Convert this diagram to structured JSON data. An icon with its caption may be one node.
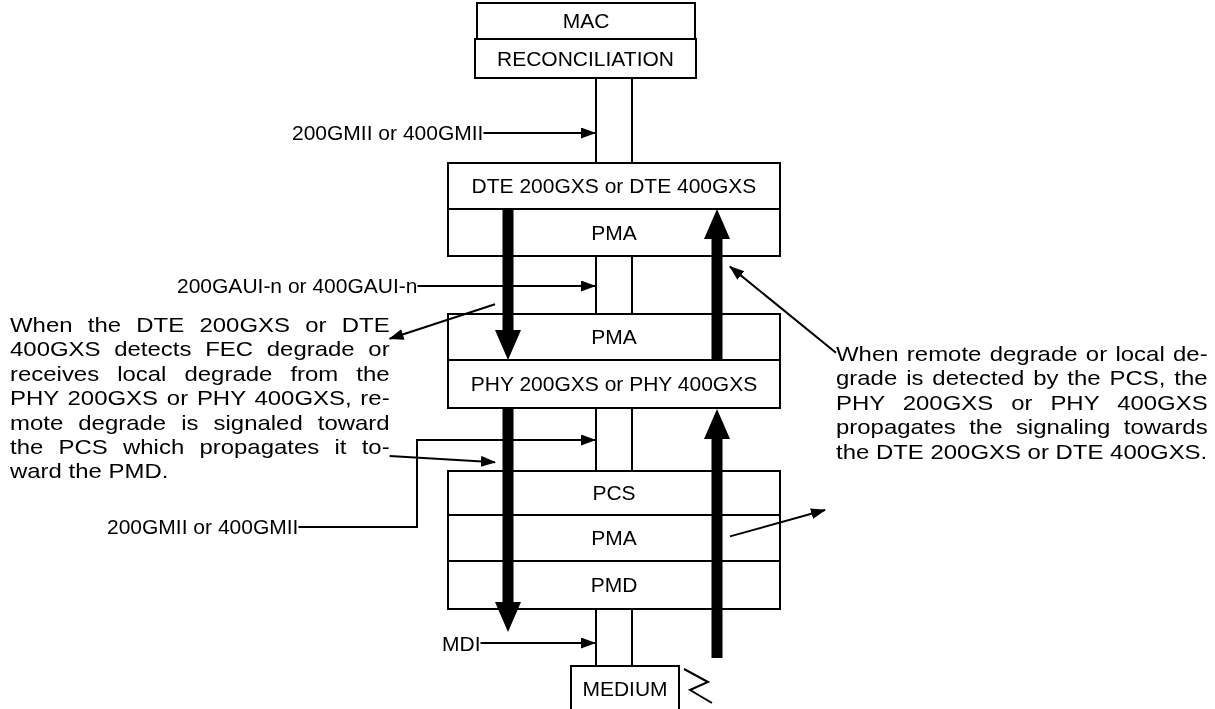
{
  "diagram": {
    "nodes": [
      {
        "text": [
          "MAC"
        ]
      },
      {
        "text": [
          "RECONCILIATION"
        ]
      },
      {
        "text": [
          "DTE 200GXS or DTE 400GXS"
        ]
      },
      {
        "text": [
          "PMA"
        ]
      },
      {
        "text": [
          "PMA"
        ]
      },
      {
        "text": [
          "PHY 200GXS or PHY 400GXS"
        ]
      },
      {
        "text": [
          "PCS"
        ]
      },
      {
        "text": [
          "PMA"
        ]
      },
      {
        "text": [
          "PMD"
        ]
      },
      {
        "text": [
          "MEDIUM"
        ]
      },
      {
        "text": [
          "200GMII or 400GMII"
        ]
      },
      {
        "text": [
          "200GAUI-n or 400GAUI-n"
        ]
      },
      {
        "text": [
          "When the DTE 200GXS or DTE 400GXS detects FEC degrade or receives local degrade from the PHY 200GXS or PHY 400GXS, re- mote degrade is signaled toward the PCS which propagates it to- ward the PMD."
        ]
      },
      {
        "text": [
          "200GMII or 400GMII"
        ]
      },
      {
        "text": [
          "MDI"
        ]
      },
      {
        "text": [
          "When remote degrade or local de- grade is detected by the PCS, the PHY 200GXS or PHY 400GXS propagates the signaling towards the DTE 200GXS or DTE 400GXS."
        ]
      },
      {
        "text": [],
        "shape": "bar"
      },
      {
        "text": [],
        "shape": "bar"
      },
      {
        "text": [],
        "shape": "bar"
      },
      {
        "text": [],
        "shape": "bar"
      },
      {
        "text": [],
        "shape": "arrow"
      },
      {
        "text": [],
        "shape": "arrow"
      },
      {
        "text": [],
        "shape": "arrow"
      },
      {
        "text": [],
        "shape": "arrow"
      }
    ],
    "edges": [
      {
        "from": 10,
        "to": 16,
        "arrow": "to"
      },
      {
        "from": 11,
        "to": 17,
        "arrow": "to"
      },
      {
        "from": 20,
        "to": 12,
        "arrow": "to"
      },
      {
        "from": 12,
        "to": 22,
        "arrow": "to"
      },
      {
        "from": 13,
        "to": 18,
        "arrow": "to"
      },
      {
        "from": 14,
        "to": 19,
        "arrow": "to"
      },
      {
        "from": 15,
        "to": 21,
        "arrow": "to"
      },
      {
        "from": 23,
        "to": null,
        "arrow": "to"
      }
    ]
  }
}
